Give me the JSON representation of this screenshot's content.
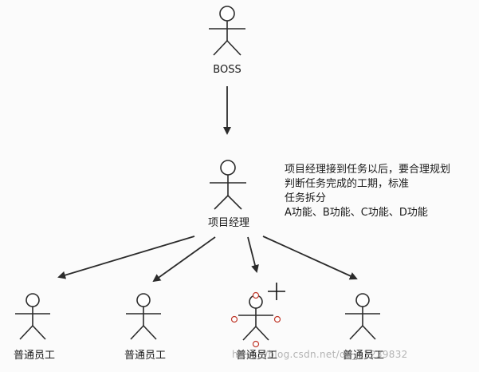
{
  "nodes": {
    "boss": {
      "label": "BOSS"
    },
    "manager": {
      "label": "项目经理"
    },
    "employee1": {
      "label": "普通员工"
    },
    "employee2": {
      "label": "普通员工"
    },
    "employee3": {
      "label": "普通员工"
    },
    "employee4": {
      "label": "普通员工"
    }
  },
  "note": {
    "lines": [
      "项目经理接到任务以后，要合理规划",
      "判断任务完成的工期，标准",
      "任务拆分",
      "A功能、B功能、C功能、D功能"
    ]
  },
  "watermark": "https://blog.csdn.net/qq_41239832",
  "colors": {
    "stroke": "#2b2b2b",
    "selection_handle": "#c0392b"
  }
}
